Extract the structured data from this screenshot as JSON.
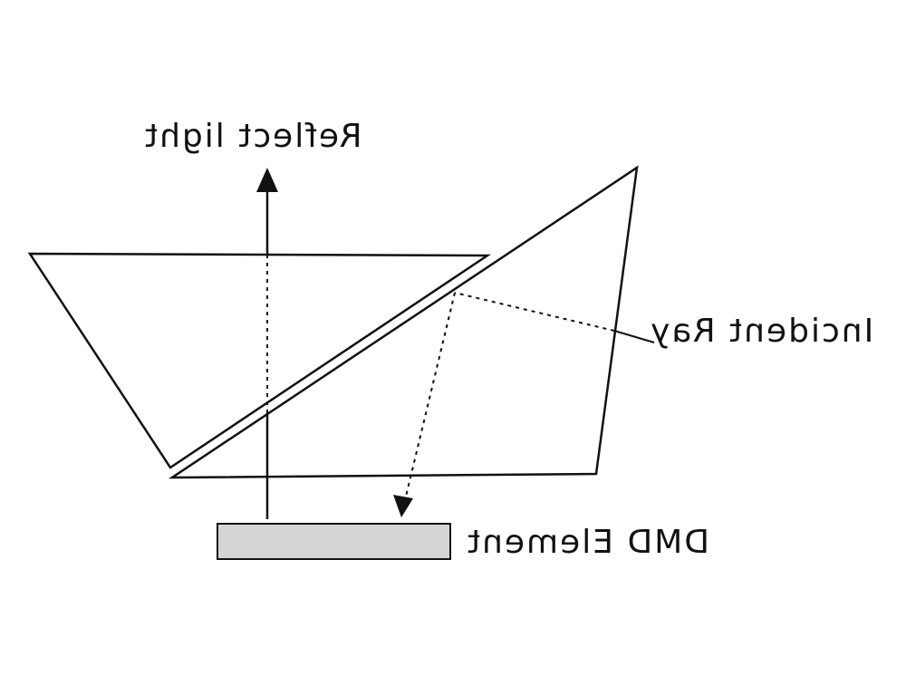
{
  "diagram": {
    "labels": {
      "reflect": "Reflect light",
      "incident": "Incident Ray",
      "dmd": "DMD Element"
    },
    "colors": {
      "stroke": "#111111",
      "dmd_fill": "#d4d6d5",
      "background": "#ffffff"
    }
  }
}
